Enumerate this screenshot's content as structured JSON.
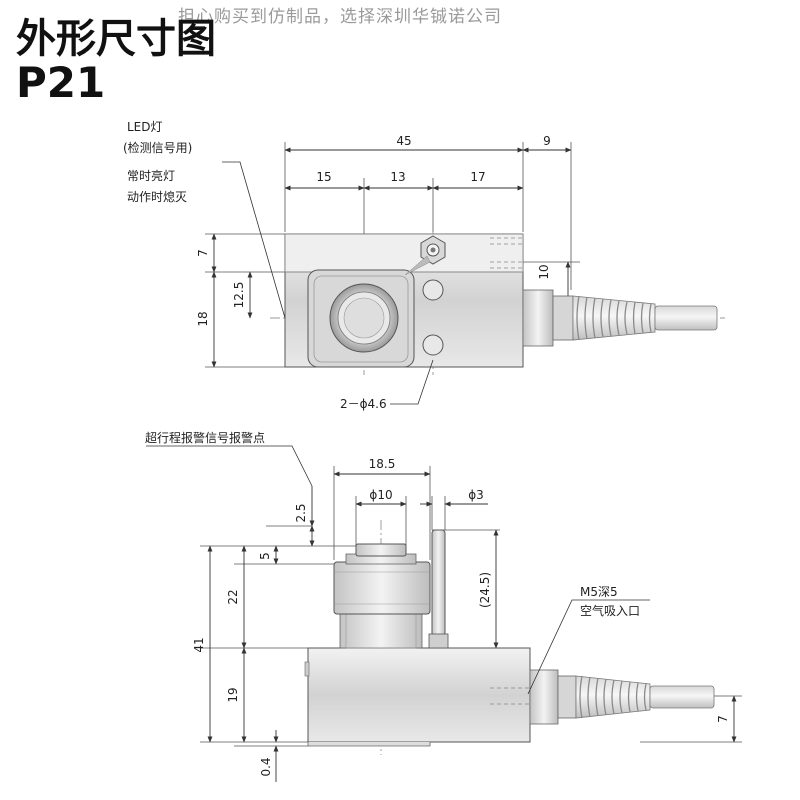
{
  "watermark": "担心购买到仿制品，选择深圳华铖诺公司",
  "header": {
    "title": "外形尺寸图",
    "model": "P21"
  },
  "top_view": {
    "led_label_line1": "LED灯",
    "led_label_line2": "(检测信号用)",
    "led_desc_line1": "常时亮灯",
    "led_desc_line2": "动作时熄灭",
    "dims": {
      "overall_width": "45",
      "cable_offset": "9",
      "seg_a": "15",
      "seg_b": "13",
      "seg_c": "17",
      "top_gap": "7",
      "center_offset": "12.5",
      "body_depth": "18",
      "cable_height": "10",
      "holes": "2－ϕ4.6"
    }
  },
  "front_view": {
    "overtravel_label": "超行程报警信号报警点",
    "port_label_line1": "M5深5",
    "port_label_line2": "空气吸入口",
    "dims": {
      "head_width": "18.5",
      "probe_dia": "ϕ10",
      "pin_dia": "ϕ3",
      "overtravel": "2.5",
      "tip_height": "5",
      "upper_height": "22",
      "total_height": "41",
      "pin_height": "(24.5)",
      "base_height": "19",
      "base_gap": "0.4",
      "cable_center": "7"
    }
  }
}
